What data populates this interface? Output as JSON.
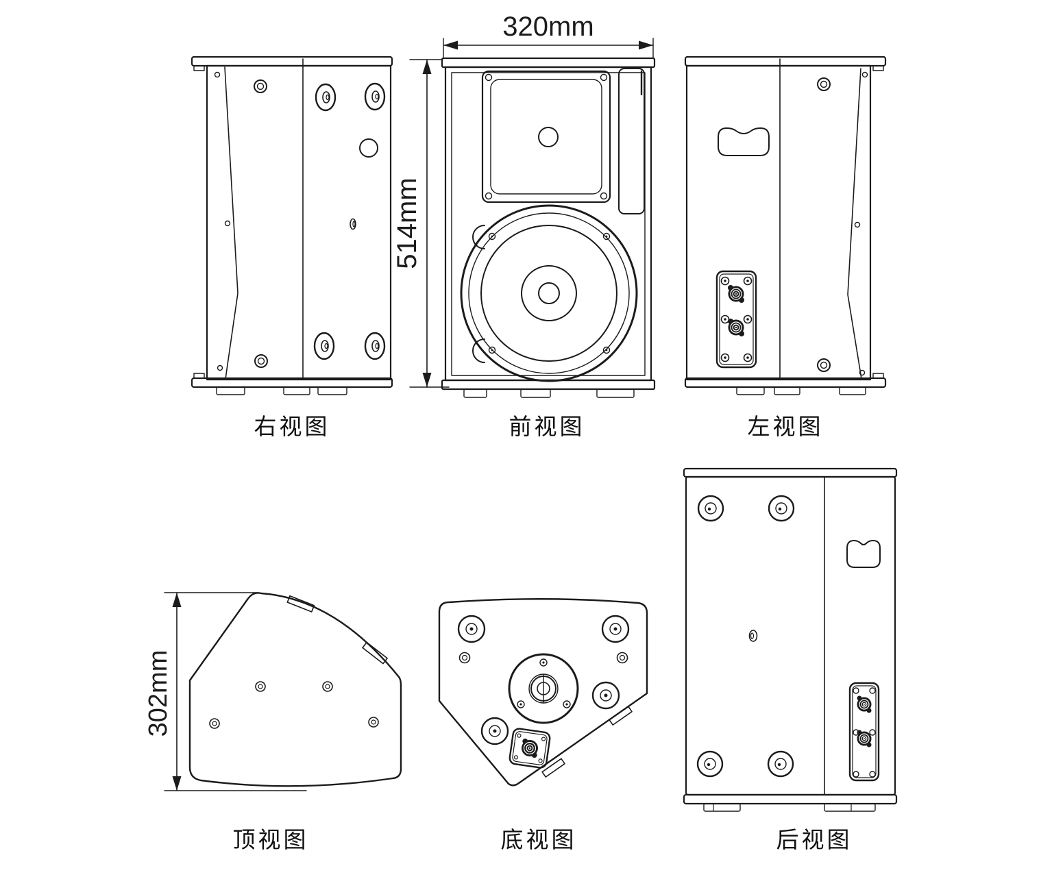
{
  "page": {
    "background": "#ffffff",
    "line_color": "#1b1b1b",
    "text_color": "#111111"
  },
  "dimensions": {
    "width": "320mm",
    "height": "514mm",
    "depth": "302mm"
  },
  "views": {
    "right": {
      "label": "右视图"
    },
    "front": {
      "label": "前视图"
    },
    "left": {
      "label": "左视图"
    },
    "top": {
      "label": "顶视图"
    },
    "bottom": {
      "label": "底视图"
    },
    "rear": {
      "label": "后视图"
    }
  }
}
